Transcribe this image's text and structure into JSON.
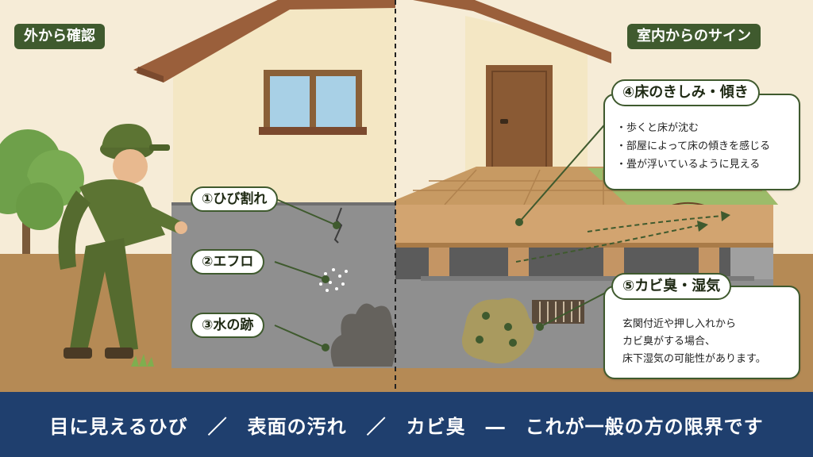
{
  "labels": {
    "outside_title": "外から確認",
    "inside_title": "室内からのサイン",
    "crack": "①ひび割れ",
    "efflorescence": "②エフロ",
    "water_marks": "③水の跡",
    "floor_title": "④床のきしみ・傾き",
    "mold_title": "⑤カビ臭・湿気"
  },
  "floor_points": [
    "歩くと床が沈む",
    "部屋によって床の傾きを感じる",
    "畳が浮いているように見える"
  ],
  "mold_text": [
    "玄関付近や押し入れから",
    "カビ臭がする場合、",
    "床下湿気の可能性があります。"
  ],
  "banner": "目に見えるひび　／　表面の汚れ　／　カビ臭　―　これが一般の方の限界です",
  "colors": {
    "accent": "#3f5a2e",
    "banner": "#1f3f6e",
    "sky": "#f6ecd7",
    "ground": "#b58a55",
    "wall": "#f4e7c4",
    "roof": "#9a5f3b",
    "foundation": "#8f8f8f"
  }
}
